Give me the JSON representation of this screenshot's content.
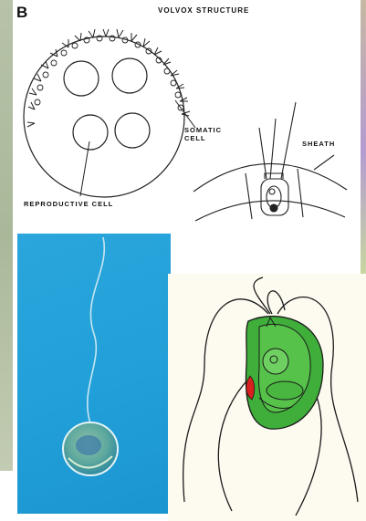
{
  "volvox_panel": {
    "letter": "B",
    "title": "VOLVOX   STRUCTURE",
    "somatic_cell_label": "SOMATIC CELL",
    "sheath_label": "SHEATH",
    "reproductive_cell_label": "REPRODUCTIVE   CELL"
  },
  "micrograph_panel": {
    "background_color": "#249fd9",
    "cell_color": "#6fb3a8"
  },
  "illustration_panel": {
    "background_color": "#fdfaf0",
    "chloroplast_color": "#3fae3a",
    "eyespot_color": "#d8201e"
  }
}
